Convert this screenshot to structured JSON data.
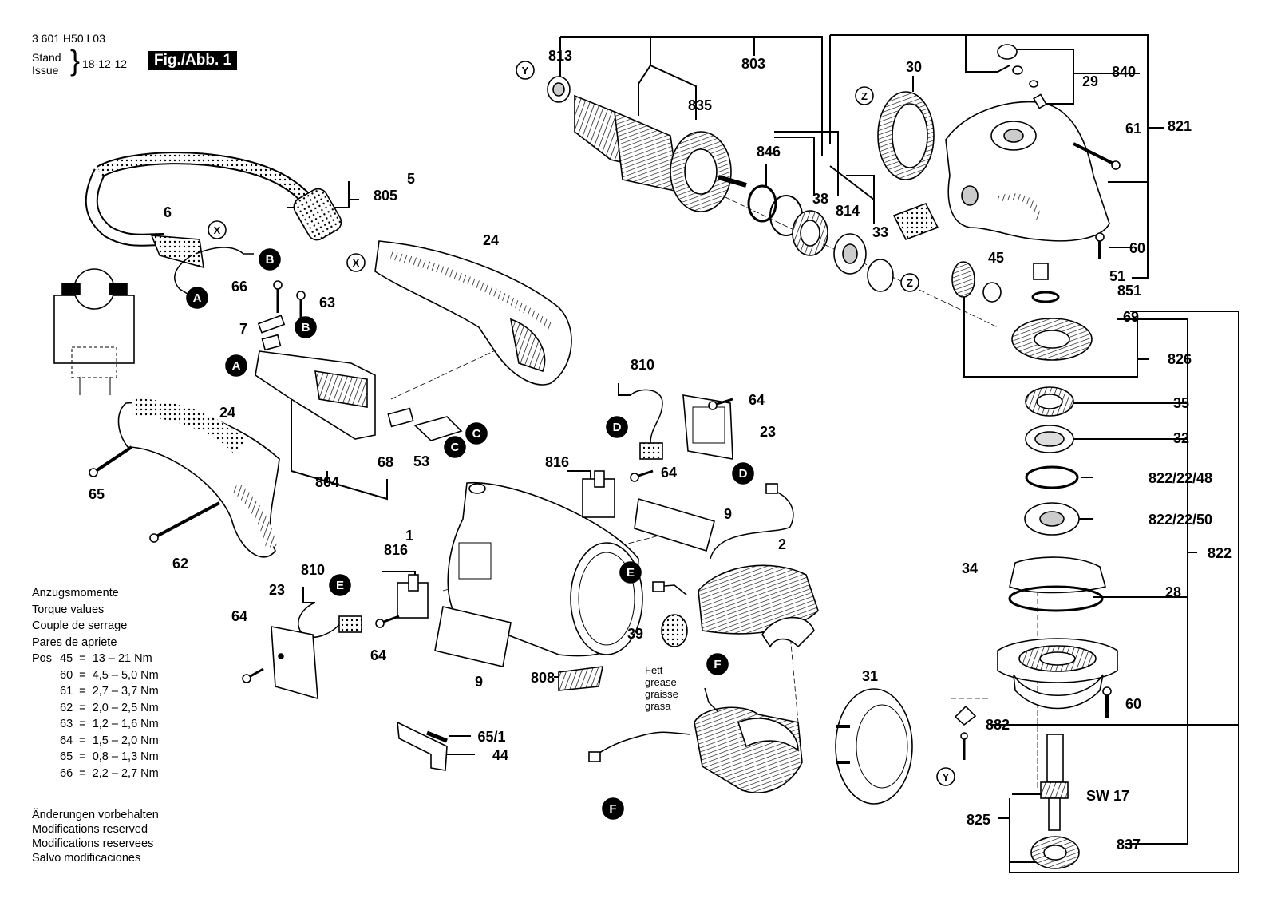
{
  "header": {
    "doc_number": "3 601 H50 L03",
    "stand": "Stand",
    "issue": "Issue",
    "date": "18-12-12",
    "figure_label": "Fig./Abb. 1"
  },
  "torque": {
    "lines": [
      "Anzugsmomente",
      "Torque values",
      "Couple de serrage",
      "Pares de apriete"
    ],
    "pos_label": "Pos",
    "rows": [
      "45  =  13 – 21 Nm",
      "60  =  4,5 – 5,0 Nm",
      "61  =  2,7 – 3,7 Nm",
      "62  =  2,0 – 2,5 Nm",
      "63  =  1,2 – 1,6 Nm",
      "64  =  1,5 – 2,0 Nm",
      "65  =  0,8 – 1,3 Nm",
      "66  =  2,2 – 2,7 Nm"
    ]
  },
  "modifications": [
    "Änderungen vorbehalten",
    "Modifications reserved",
    "Modifications reservees",
    "Salvo modificaciones"
  ],
  "grease_note": [
    "Fett",
    "grease",
    "graisse",
    "grasa"
  ],
  "part_labels": [
    "1",
    "2",
    "5",
    "6",
    "7",
    "9",
    "9",
    "23",
    "23",
    "24",
    "24",
    "28",
    "29",
    "30",
    "31",
    "32",
    "33",
    "34",
    "35",
    "38",
    "39",
    "44",
    "45",
    "51",
    "53",
    "60",
    "60",
    "61",
    "62",
    "63",
    "64",
    "64",
    "64",
    "64",
    "65",
    "65/1",
    "66",
    "68",
    "69",
    "803",
    "804",
    "805",
    "808",
    "810",
    "810",
    "813",
    "814",
    "816",
    "816",
    "821",
    "822",
    "822/22/48",
    "822/22/50",
    "825",
    "826",
    "835",
    "837",
    "840",
    "846",
    "851",
    "882",
    "SW 17"
  ],
  "connector_markers": {
    "filled": [
      "A",
      "A",
      "B",
      "B",
      "C",
      "C",
      "D",
      "D",
      "E",
      "E",
      "F",
      "F"
    ],
    "outlined": [
      "X",
      "X",
      "Y",
      "Y",
      "Z",
      "Z"
    ]
  },
  "colors": {
    "ink": "#000000",
    "paper": "#ffffff",
    "shade": "#dddddd"
  }
}
